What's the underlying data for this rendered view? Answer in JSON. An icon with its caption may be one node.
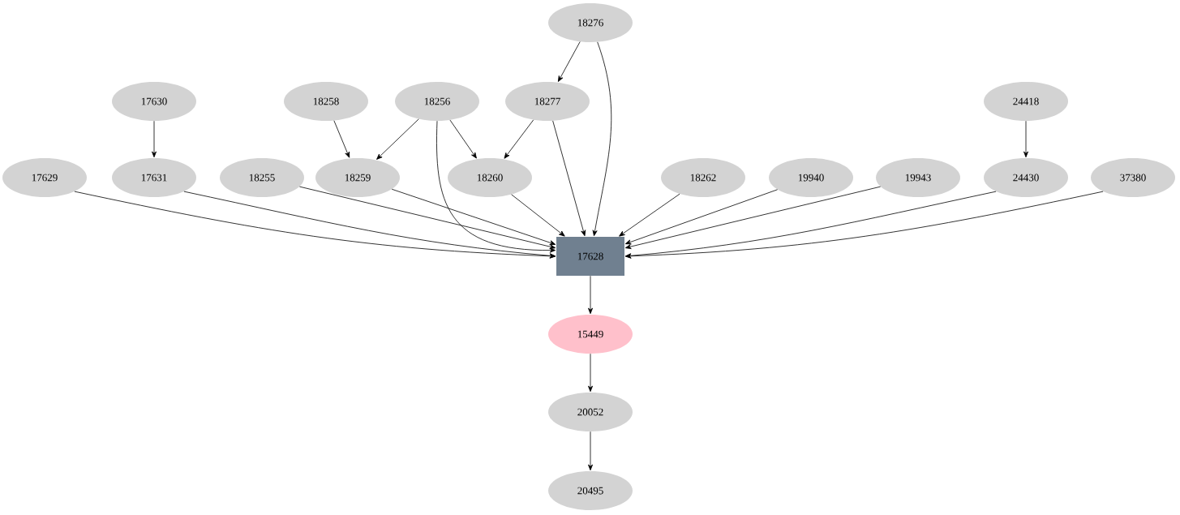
{
  "diagram": {
    "nodes": [
      {
        "text": [
          "18276"
        ]
      },
      {
        "text": [
          "17630"
        ]
      },
      {
        "text": [
          "18258"
        ]
      },
      {
        "text": [
          "18256"
        ]
      },
      {
        "text": [
          "18277"
        ]
      },
      {
        "text": [
          "24418"
        ]
      },
      {
        "text": [
          "17629"
        ]
      },
      {
        "text": [
          "17631"
        ]
      },
      {
        "text": [
          "18255"
        ]
      },
      {
        "text": [
          "18259"
        ]
      },
      {
        "text": [
          "18260"
        ]
      },
      {
        "text": [
          "18262"
        ]
      },
      {
        "text": [
          "19940"
        ]
      },
      {
        "text": [
          "19943"
        ]
      },
      {
        "text": [
          "24430"
        ]
      },
      {
        "text": [
          "37380"
        ]
      },
      {
        "text": [
          "17628"
        ]
      },
      {
        "text": [
          "15449"
        ]
      },
      {
        "text": [
          "20052"
        ]
      },
      {
        "text": [
          "20495"
        ]
      }
    ],
    "edges": [
      {
        "from": 0,
        "to": 4,
        "arrow": "to"
      },
      {
        "from": 0,
        "to": 16,
        "arrow": "to"
      },
      {
        "from": 1,
        "to": 7,
        "arrow": "to"
      },
      {
        "from": 2,
        "to": 9,
        "arrow": "to"
      },
      {
        "from": 3,
        "to": 9,
        "arrow": "to"
      },
      {
        "from": 3,
        "to": 16,
        "arrow": "to"
      },
      {
        "from": 3,
        "to": 10,
        "arrow": "to"
      },
      {
        "from": 4,
        "to": 10,
        "arrow": "to"
      },
      {
        "from": 4,
        "to": 16,
        "arrow": "to"
      },
      {
        "from": 5,
        "to": 14,
        "arrow": "to"
      },
      {
        "from": 6,
        "to": 16,
        "arrow": "to"
      },
      {
        "from": 7,
        "to": 16,
        "arrow": "to"
      },
      {
        "from": 8,
        "to": 16,
        "arrow": "to"
      },
      {
        "from": 9,
        "to": 16,
        "arrow": "to"
      },
      {
        "from": 10,
        "to": 16,
        "arrow": "to"
      },
      {
        "from": 11,
        "to": 16,
        "arrow": "to"
      },
      {
        "from": 12,
        "to": 16,
        "arrow": "to"
      },
      {
        "from": 13,
        "to": 16,
        "arrow": "to"
      },
      {
        "from": 14,
        "to": 16,
        "arrow": "to"
      },
      {
        "from": 15,
        "to": 16,
        "arrow": "to"
      },
      {
        "from": 16,
        "to": 17,
        "arrow": "to"
      },
      {
        "from": 17,
        "to": 18,
        "arrow": "to"
      },
      {
        "from": 18,
        "to": 19,
        "arrow": "to"
      }
    ]
  }
}
